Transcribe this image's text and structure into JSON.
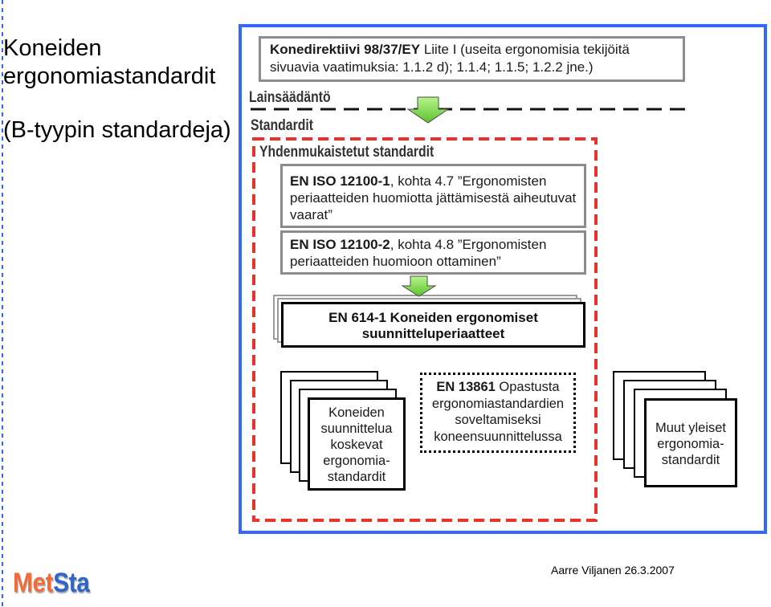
{
  "title": {
    "lines": [
      "Koneiden",
      "ergonomiastandardit",
      "(B-tyypin standardeja)"
    ]
  },
  "directive": {
    "name": "Konedirektiivi 98/37/EY",
    "lines": [
      " Liite I (useita ergonomisia tekijöitä",
      "sivuavia vaatimuksia: 1.1.2 d); 1.1.4; 1.1.5; 1.2.2 jne.)"
    ]
  },
  "levels": {
    "legislation": "Lainsäädäntö",
    "standards": "Standardit",
    "harmonized": "Yhdenmukaistetut standardit"
  },
  "iso_12100_1": {
    "code": "EN ISO 12100-1",
    "lines": [
      ", kohta 4.7 ”Ergonomisten",
      "periaatteiden huomiotta jättämisestä aiheutuvat",
      "vaarat”"
    ]
  },
  "iso_12100_2": {
    "code": "EN ISO 12100-2",
    "lines": [
      ", kohta 4.8 ”Ergonomisten",
      "periaatteiden huomioon ottaminen”"
    ]
  },
  "en_614_1": {
    "lines": [
      "EN 614-1 Koneiden ergonomiset",
      "suunnitteluperiaatteet"
    ]
  },
  "machine_design_standards": {
    "lines": [
      "Koneiden",
      "suunnittelua",
      "koskevat",
      "ergonomia-",
      "standardit"
    ]
  },
  "en_13861": {
    "code": "EN 13861",
    "lines": [
      " Opastusta",
      "ergonomiastandardien",
      "soveltamiseksi",
      "koneensuunnittelussa"
    ]
  },
  "other_standards": {
    "lines": [
      "Muut yleiset",
      "ergonomia-",
      "standardit"
    ]
  },
  "footer": {
    "author_date": "Aarre Viljanen 26.3.2007"
  },
  "logo": {
    "part1": "Met",
    "part2": "Sta"
  },
  "colors": {
    "standards_frame": "#3366ff",
    "harmonized_frame": "#e8322a",
    "arrow_fill": "#5cc22e",
    "box_border": "#8c8c8c",
    "margin_line": "#3366ff",
    "logo_met": "#f26b3a",
    "logo_sta": "#2f64c8"
  }
}
